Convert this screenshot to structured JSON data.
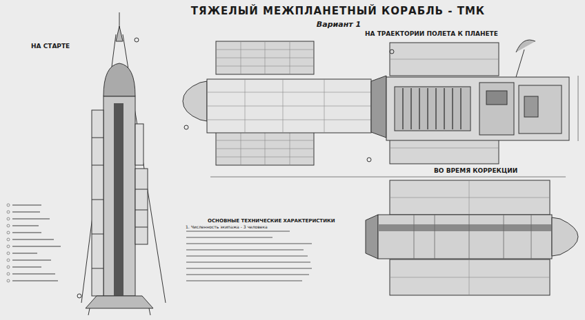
{
  "diagram": {
    "title": "ТЯЖЕЛЫЙ МЕЖПЛАНЕТНЫЙ КОРАБЛЬ - ТМК",
    "labels": [
      "Вариант 1",
      "НА СТАРТЕ",
      "НА ТРАЕКТОРИИ ПОЛЕТА К ПЛАНЕТЕ",
      "ВО ВРЕМЯ КОРРЕКЦИИ",
      "ОСНОВНЫЕ ТЕХНИЧЕСКИЕ ХАРАКТЕРИСТИКИ",
      "1. Численность экипажа - 3 человека"
    ]
  }
}
